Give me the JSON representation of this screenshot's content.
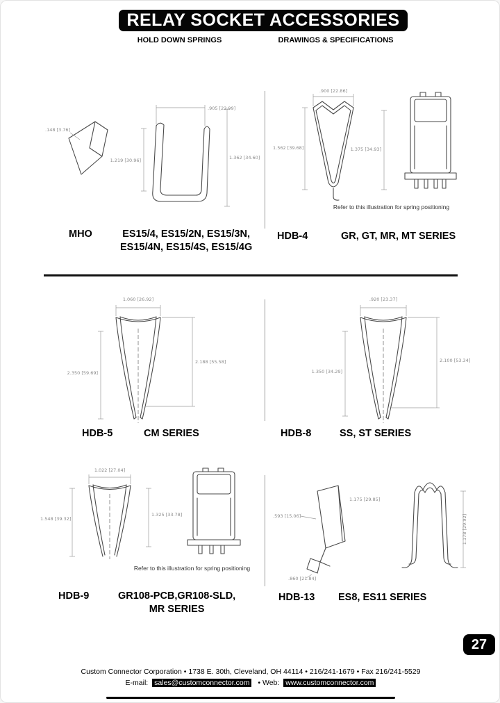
{
  "page": {
    "title": "RELAY SOCKET ACCESSORIES",
    "column_left": "HOLD DOWN SPRINGS",
    "column_right": "DRAWINGS & SPECIFICATIONS",
    "page_number": "27"
  },
  "sections": {
    "mho": {
      "model": "MHO",
      "series_line1": "ES15/4, ES15/2N, ES15/3N,",
      "series_line2": "ES15/4N, ES15/4S, ES15/4G",
      "dims": {
        "d1": ".148 [3.76]",
        "d2": ".905 [22.99]",
        "d3": "1.219 [30.96]",
        "d4": "1.362 [34.60]"
      }
    },
    "hdb4": {
      "model": "HDB-4",
      "series_line1": "GR, GT, MR, MT SERIES",
      "note": "Refer to this illustration for spring positioning",
      "dims": {
        "d1": ".900 [22.86]",
        "d2": "1.562 [39.68]",
        "d3": "1.375 [34.93]"
      }
    },
    "hdb5": {
      "model": "HDB-5",
      "series_line1": "CM SERIES",
      "dims": {
        "d1": "1.060 [26.92]",
        "d2": "2.350 [59.69]",
        "d3": "2.188 [55.58]"
      }
    },
    "hdb8": {
      "model": "HDB-8",
      "series_line1": "SS, ST SERIES",
      "dims": {
        "d1": ".920 [23.37]",
        "d2": "1.350 [34.29]",
        "d3": "2.100 [53.34]"
      }
    },
    "hdb9": {
      "model": "HDB-9",
      "series_line1": "GR108-PCB,GR108-SLD,",
      "series_line2": "MR SERIES",
      "note": "Refer to this illustration for spring positioning",
      "dims": {
        "d1": "1.022 [27.04]",
        "d2": "1.548 [39.32]",
        "d3": "1.325 [33.78]"
      }
    },
    "hdb13": {
      "model": "HDB-13",
      "series_line1": "ES8, ES11 SERIES",
      "dims": {
        "d1": ".593 [15.06]",
        "d2": "1.175 [29.85]",
        "d3": ".860 [21.84]",
        "d4": "1.178 [29.92]"
      }
    }
  },
  "footer": {
    "line1": "Custom Connector Corporation • 1738 E. 30th, Cleveland, OH 44114 • 216/241-1679 • Fax 216/241-5529",
    "email_label": "E-mail:",
    "email": "sales@customconnector.com",
    "web_label": "• Web:",
    "web": "www.customconnector.com"
  }
}
